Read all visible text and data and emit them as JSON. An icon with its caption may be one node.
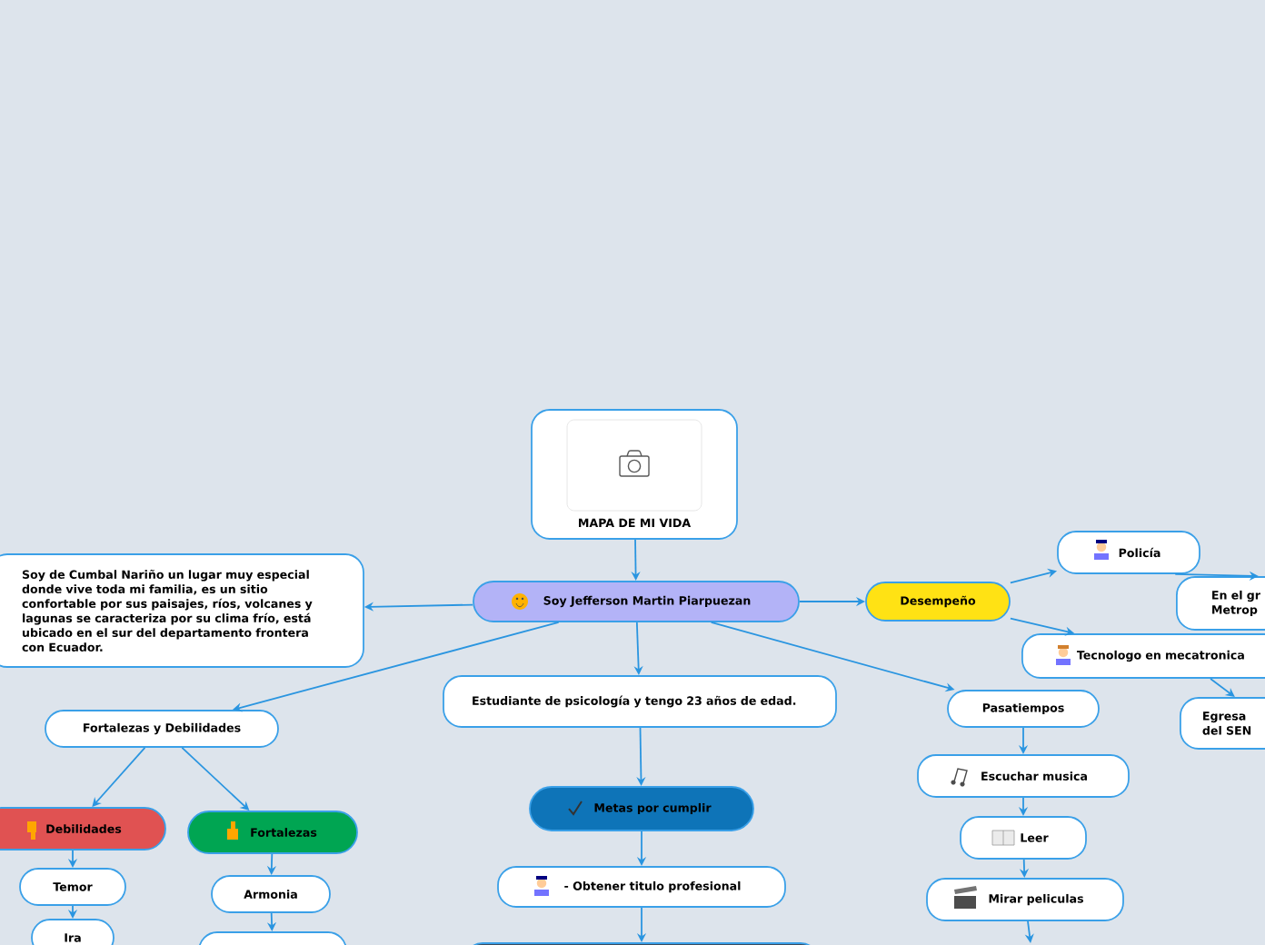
{
  "diagram": {
    "nodes": [
      {
        "text": [
          "MAPA DE MI VIDA"
        ]
      },
      {
        "text": [
          "Soy Jefferson Martin Piarpuezan"
        ]
      },
      {
        "text": [
          "Soy de Cumbal Nariño un lugar muy especial donde vive toda mi familia, es un sitio confortable por sus paisajes, ríos, volcanes y lagunas se caracteriza por su clima frío, está ubicado en el sur del departamento frontera con Ecuador."
        ]
      },
      {
        "text": [
          "Desempeño"
        ]
      },
      {
        "text": [
          "Policía"
        ]
      },
      {
        "text": [
          "En el gr Metrop"
        ]
      },
      {
        "text": [
          "Tecnologo en mecatronica"
        ]
      },
      {
        "text": [
          "Egresa del SEN"
        ]
      },
      {
        "text": [
          "Estudiante de psicología y tengo 23 años de edad."
        ]
      },
      {
        "text": [
          "Pasatiempos"
        ]
      },
      {
        "text": [
          "Fortalezas y Debilidades"
        ]
      },
      {
        "text": [
          "Debilidades"
        ]
      },
      {
        "text": [
          "Fortalezas"
        ]
      },
      {
        "text": [
          "Temor"
        ]
      },
      {
        "text": [
          "Ira"
        ]
      },
      {
        "text": [
          "Armonia"
        ]
      },
      {
        "text": [],
        "shape": "box"
      },
      {
        "text": [
          "Metas por cumplir"
        ]
      },
      {
        "text": [
          "- Obtener titulo profesional"
        ]
      },
      {
        "text": [],
        "shape": "box"
      },
      {
        "text": [
          "Escuchar musica"
        ]
      },
      {
        "text": [
          "Leer"
        ]
      },
      {
        "text": [
          "Mirar peliculas"
        ]
      }
    ],
    "edges": [
      {
        "from": 0,
        "to": 1,
        "arrow": "to"
      },
      {
        "from": 1,
        "to": 2,
        "arrow": "to"
      },
      {
        "from": 1,
        "to": 3,
        "arrow": "to"
      },
      {
        "from": 3,
        "to": 4,
        "arrow": "to"
      },
      {
        "from": 4,
        "to": 5,
        "arrow": "to"
      },
      {
        "from": 3,
        "to": 6,
        "arrow": "to"
      },
      {
        "from": 6,
        "to": 7,
        "arrow": "to"
      },
      {
        "from": 1,
        "to": 8,
        "arrow": "to"
      },
      {
        "from": 1,
        "to": 9,
        "arrow": "to"
      },
      {
        "from": 1,
        "to": 10,
        "arrow": "to"
      },
      {
        "from": 10,
        "to": 11,
        "arrow": "to"
      },
      {
        "from": 10,
        "to": 12,
        "arrow": "to"
      },
      {
        "from": 11,
        "to": 13,
        "arrow": "to"
      },
      {
        "from": 13,
        "to": 14,
        "arrow": "to"
      },
      {
        "from": 12,
        "to": 15,
        "arrow": "to"
      },
      {
        "from": 15,
        "to": 16,
        "arrow": "to"
      },
      {
        "from": 8,
        "to": 17,
        "arrow": "to"
      },
      {
        "from": 17,
        "to": 18,
        "arrow": "to"
      },
      {
        "from": 18,
        "to": 19,
        "arrow": "to"
      },
      {
        "from": 9,
        "to": 20,
        "arrow": "to"
      },
      {
        "from": 20,
        "to": 21,
        "arrow": "to"
      },
      {
        "from": 21,
        "to": 22,
        "arrow": "to"
      },
      {
        "from": 22,
        "to": null,
        "arrow": "to"
      }
    ]
  }
}
